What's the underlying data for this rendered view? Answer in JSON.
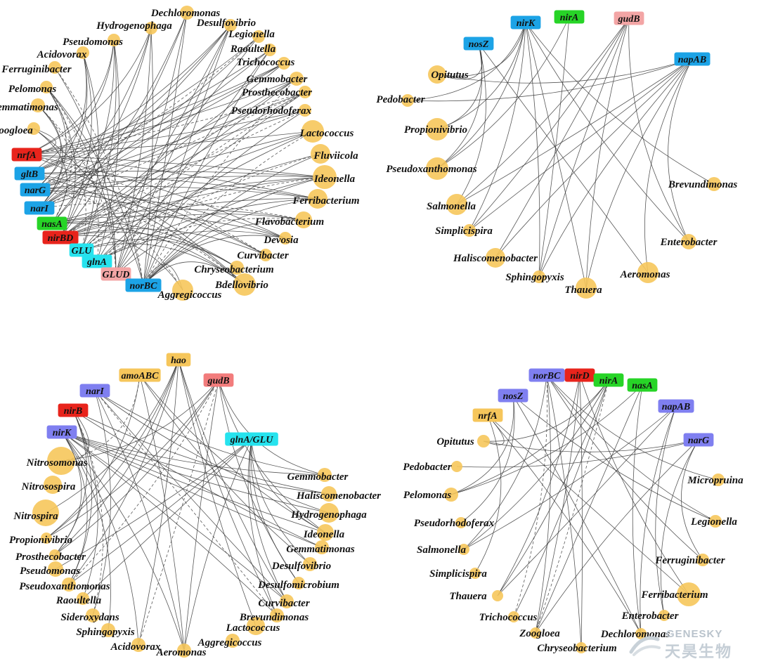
{
  "panels": [
    {
      "genes": [
        {
          "name": "nrfA",
          "color": "#e8241c"
        },
        {
          "name": "gltB",
          "color": "#1ca3e6"
        },
        {
          "name": "narG",
          "color": "#1ca3e6"
        },
        {
          "name": "narI",
          "color": "#1ca3e6"
        },
        {
          "name": "nasA",
          "color": "#27d427"
        },
        {
          "name": "nirBD",
          "color": "#e8241c"
        },
        {
          "name": "GLU",
          "color": "#26e3ee"
        },
        {
          "name": "glnA",
          "color": "#26e3ee"
        },
        {
          "name": "GLUD",
          "color": "#f3a5a5"
        },
        {
          "name": "norBC",
          "color": "#1ca3e6"
        }
      ],
      "bacteria": [
        "Dechloromonas",
        "Desulfovibrio",
        "Hydrogenophaga",
        "Legionella",
        "Pseudomonas",
        "Raoultella",
        "Acidovorax",
        "Trichococcus",
        "Ferruginibacter",
        "Gemmobacter",
        "Pelomonas",
        "Prosthecobacter",
        "Gemmatimonas",
        "Pseudorhodoferax",
        "Zoogloea",
        "Lactococcus",
        "Fluviicola",
        "Ideonella",
        "Ferribacterium",
        "Flavobacterium",
        "Devosia",
        "Curvibacter",
        "Chryseobacterium",
        "Bdellovibrio",
        "Aggregicoccus"
      ]
    },
    {
      "genes": [
        {
          "name": "nirK",
          "color": "#1ca3e6"
        },
        {
          "name": "nirA",
          "color": "#27d427"
        },
        {
          "name": "gudB",
          "color": "#f3a5a5"
        },
        {
          "name": "nosZ",
          "color": "#1ca3e6"
        },
        {
          "name": "napAB",
          "color": "#1ca3e6"
        }
      ],
      "bacteria": [
        "Opitutus",
        "Pedobacter",
        "Propionivibrio",
        "Pseudoxanthomonas",
        "Salmonella",
        "Simplicispira",
        "Haliscomenobacter",
        "Sphingopyxis",
        "Thauera",
        "Aeromonas",
        "Enterobacter",
        "Brevundimonas"
      ]
    },
    {
      "genes": [
        {
          "name": "hao",
          "color": "#f6c65b"
        },
        {
          "name": "amoABC",
          "color": "#f6c65b"
        },
        {
          "name": "gudB",
          "color": "#f27c7c"
        },
        {
          "name": "narI",
          "color": "#7f7ff0"
        },
        {
          "name": "nirB",
          "color": "#e8241c"
        },
        {
          "name": "nirK",
          "color": "#7f7ff0"
        },
        {
          "name": "glnA/GLU",
          "color": "#26e3ee"
        }
      ],
      "bacteria": [
        "Nitrosomonas",
        "Nitrosospira",
        "Nitrospira",
        "Propionivibrio",
        "Prosthecobacter",
        "Pseudomonas",
        "Pseudoxanthomonas",
        "Raoultella",
        "Sideroxydans",
        "Sphingopyxis",
        "Acidovorax",
        "Aeromonas",
        "Aggregicoccus",
        "Lactococcus",
        "Brevundimonas",
        "Curvibacter",
        "Desulfomicrobium",
        "Desulfovibrio",
        "Gemmatimonas",
        "Ideonella",
        "Hydrogenophaga",
        "Haliscomenobacter",
        "Gemmobacter"
      ]
    },
    {
      "genes": [
        {
          "name": "norBC",
          "color": "#7f7ff0"
        },
        {
          "name": "nirD",
          "color": "#e8241c"
        },
        {
          "name": "nirA",
          "color": "#27d427"
        },
        {
          "name": "nasA",
          "color": "#27d427"
        },
        {
          "name": "nosZ",
          "color": "#7f7ff0"
        },
        {
          "name": "napAB",
          "color": "#7f7ff0"
        },
        {
          "name": "nrfA",
          "color": "#f6c65b"
        },
        {
          "name": "narG",
          "color": "#7f7ff0"
        }
      ],
      "bacteria": [
        "Opitutus",
        "Pedobacter",
        "Pelomonas",
        "Pseudorhodoferax",
        "Salmonella",
        "Simplicispira",
        "Thauera",
        "Trichococcus",
        "Zoogloea",
        "Chryseobacterium",
        "Dechloromonas",
        "Enterobacter",
        "Ferribacterium",
        "Ferruginibacter",
        "Legionella",
        "Micropruina"
      ]
    }
  ],
  "watermark": {
    "en": "GENESKY",
    "cn": "天昊生物"
  }
}
